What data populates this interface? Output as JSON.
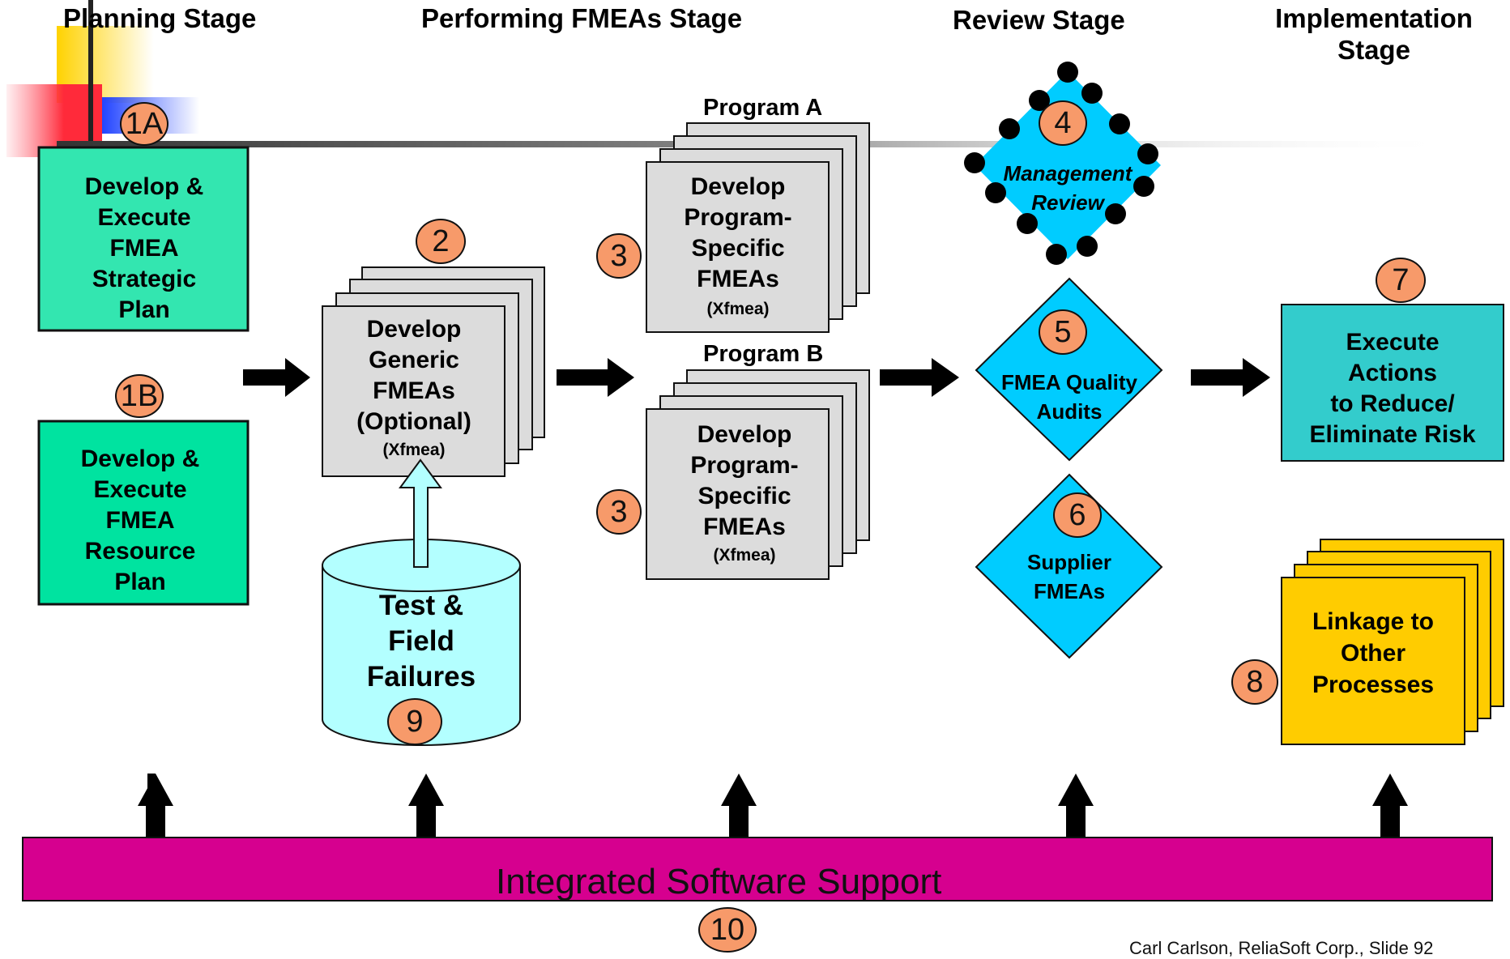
{
  "stages": {
    "planning": "Planning Stage",
    "performing": "Performing FMEAs Stage",
    "review": "Review Stage",
    "implementation_1": "Implementation",
    "implementation_2": "Stage"
  },
  "boxes": {
    "strategic_plan": [
      "Develop &",
      "Execute",
      "FMEA",
      "Strategic",
      "Plan"
    ],
    "resource_plan": [
      "Develop &",
      "Execute",
      "FMEA",
      "Resource",
      "Plan"
    ],
    "generic_fmeas": [
      "Develop",
      "Generic",
      "FMEAs",
      "(Optional)"
    ],
    "generic_tool": "(Xfmea)",
    "program_a_label": "Program A",
    "program_b_label": "Program B",
    "program_fmeas": [
      "Develop",
      "Program-",
      "Specific",
      "FMEAs"
    ],
    "program_tool": "(Xfmea)",
    "test_field": [
      "Test &",
      "Field",
      "Failures"
    ],
    "management_review": [
      "Management",
      "Review"
    ],
    "quality_audits": [
      "FMEA Quality",
      "Audits"
    ],
    "supplier_fmeas": [
      "Supplier",
      "FMEAs"
    ],
    "execute_actions": [
      "Execute",
      "Actions",
      "to Reduce/",
      "Eliminate Risk"
    ],
    "linkage": [
      "Linkage to",
      "Other",
      "Processes"
    ]
  },
  "numbers": {
    "n1a": "1A",
    "n1b": "1B",
    "n2": "2",
    "n3a": "3",
    "n3b": "3",
    "n4": "4",
    "n5": "5",
    "n6": "6",
    "n7": "7",
    "n8": "8",
    "n9": "9",
    "n10": "10"
  },
  "software_bar": "Integrated Software Support",
  "footer": "Carl Carlson, ReliaSoft Corp., Slide 92",
  "colors": {
    "teal_light": "#33e6b0",
    "teal": "#00e3a0",
    "gray_box": "#dcdcdc",
    "cyan_diamond": "#00ccff",
    "cyan_cylinder": "#b3ffff",
    "teal_action": "#33cccc",
    "yellow": "#ffcc00",
    "magenta": "#d6008f",
    "number_circle": "#f79a6a"
  }
}
